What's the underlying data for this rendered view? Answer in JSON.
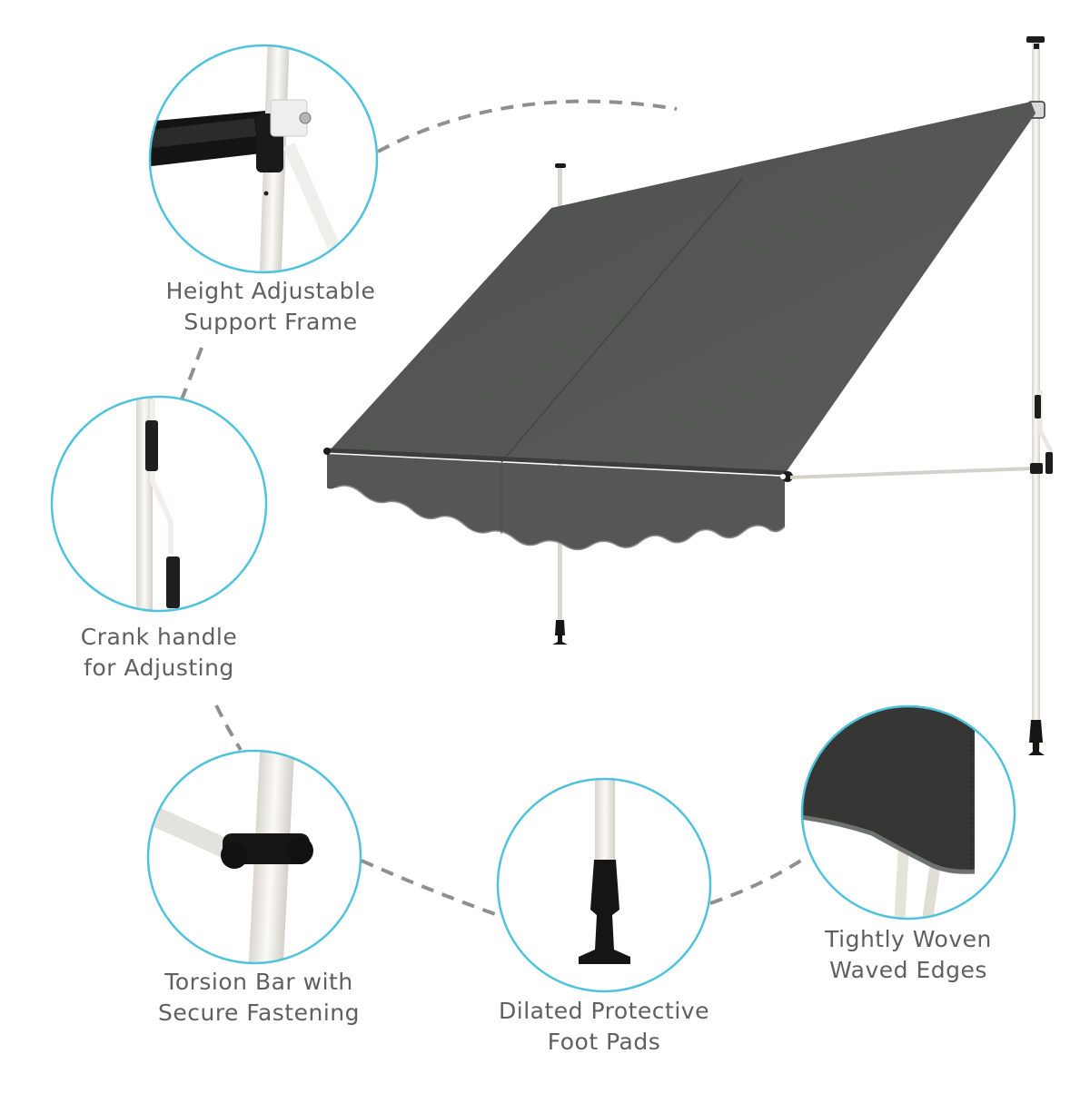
{
  "product": {
    "name": "Manual retractable awning with adjustable support poles",
    "fabric_color": "#555655",
    "frame_color": "#f2f0ec",
    "callout_ring_color": "#4fc3dc",
    "connector_color": "#8f8f8f",
    "label_color": "#5f5f5f"
  },
  "callouts": [
    {
      "id": "support-frame",
      "line1": "Height Adjustable",
      "line2": "Support Frame",
      "detail": "pole-clamp-joint"
    },
    {
      "id": "crank-handle",
      "line1": "Crank handle",
      "line2": "for Adjusting",
      "detail": "crank-handle-grips"
    },
    {
      "id": "torsion-bar",
      "line1": "Torsion Bar with",
      "line2": "Secure Fastening",
      "detail": "torsion-bar-clamp"
    },
    {
      "id": "foot-pads",
      "line1": "Dilated Protective",
      "line2": "Foot Pads",
      "detail": "rubber-foot-pad"
    },
    {
      "id": "waved-edges",
      "line1": "Tightly Woven",
      "line2": "Waved Edges",
      "detail": "fabric-edge-hem"
    }
  ]
}
